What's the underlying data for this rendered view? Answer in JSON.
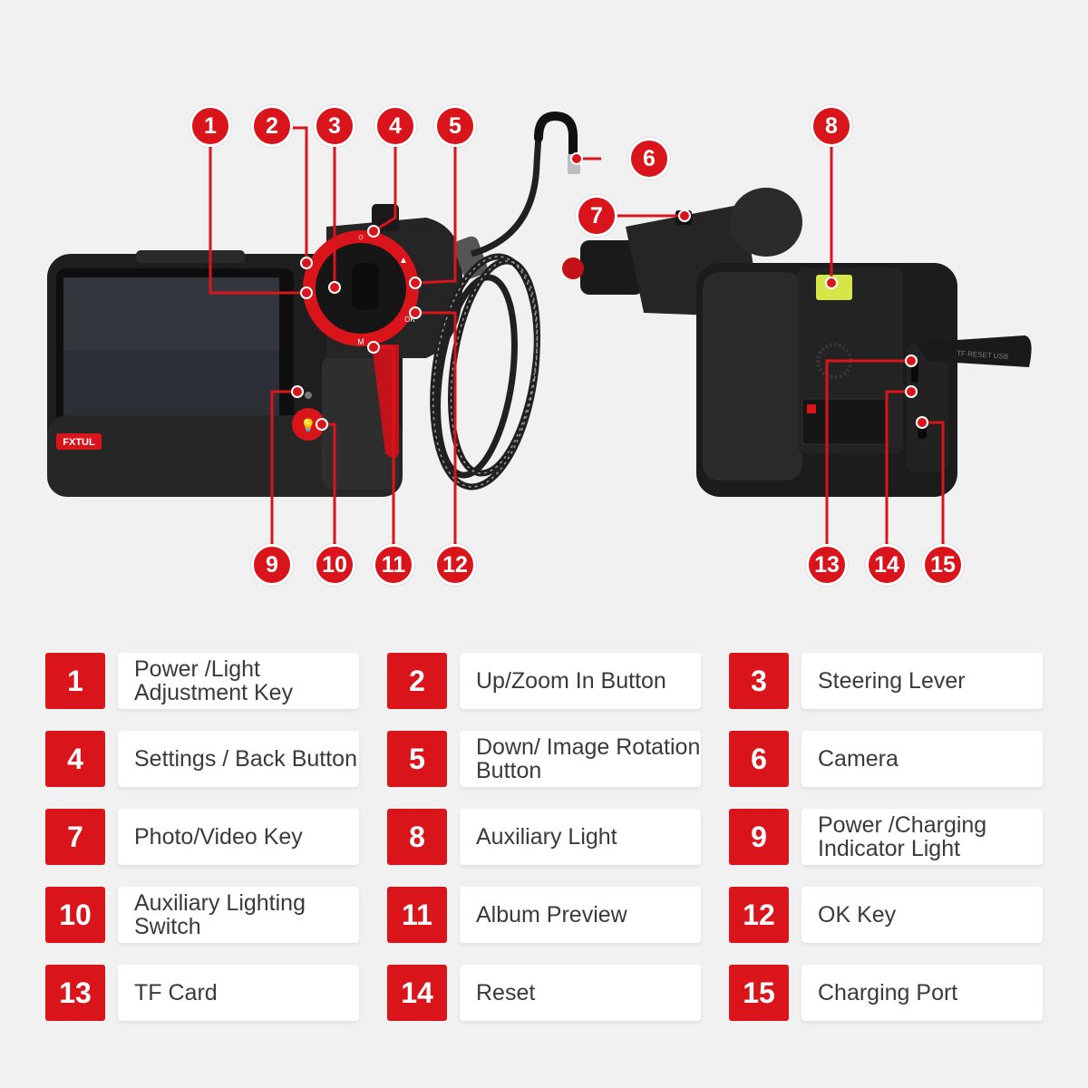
{
  "brand": {
    "logo_text": "FXTUL"
  },
  "port_label": "TF RESET USB",
  "colors": {
    "accent": "#d9141b",
    "background": "#f1f1f1",
    "device": "#1f1f1f"
  },
  "callouts": [
    "1",
    "2",
    "3",
    "4",
    "5",
    "6",
    "7",
    "8",
    "9",
    "10",
    "11",
    "12",
    "13",
    "14",
    "15"
  ],
  "legend": [
    {
      "num": "1",
      "label": "Power /Light Adjustment Key"
    },
    {
      "num": "2",
      "label": "Up/Zoom In Button"
    },
    {
      "num": "3",
      "label": "Steering Lever"
    },
    {
      "num": "4",
      "label": "Settings / Back Button"
    },
    {
      "num": "5",
      "label": "Down/ Image Rotation Button"
    },
    {
      "num": "6",
      "label": "Camera"
    },
    {
      "num": "7",
      "label": "Photo/Video Key"
    },
    {
      "num": "8",
      "label": "Auxiliary Light"
    },
    {
      "num": "9",
      "label": "Power /Charging Indicator Light"
    },
    {
      "num": "10",
      "label": "Auxiliary Lighting Switch"
    },
    {
      "num": "11",
      "label": "Album Preview"
    },
    {
      "num": "12",
      "label": "OK Key"
    },
    {
      "num": "13",
      "label": "TF Card"
    },
    {
      "num": "14",
      "label": "Reset"
    },
    {
      "num": "15",
      "label": "Charging Port"
    }
  ]
}
